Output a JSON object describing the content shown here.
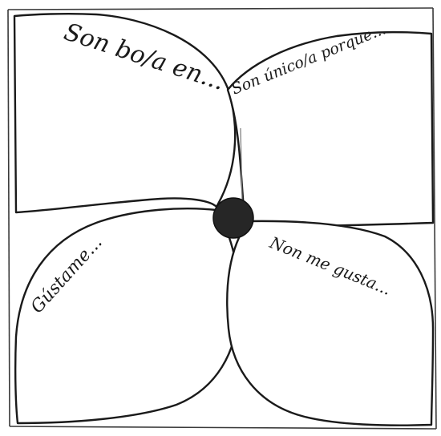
{
  "flower": {
    "petals": [
      {
        "id": "top-left",
        "label": "Son bo/a en..."
      },
      {
        "id": "top-right",
        "label": "Son único/a porque..."
      },
      {
        "id": "bottom-left",
        "label": "Gústame..."
      },
      {
        "id": "bottom-right",
        "label": "Non me gusta..."
      }
    ],
    "colors": {
      "outline": "#1a1a1a",
      "center": "#262626",
      "background": "#ffffff"
    }
  }
}
